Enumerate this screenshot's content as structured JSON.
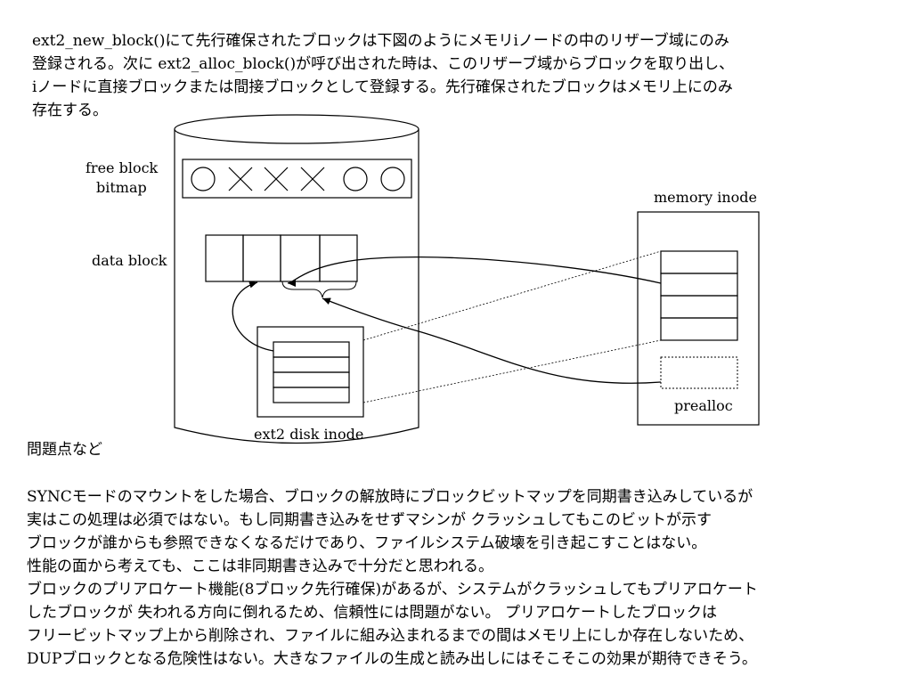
{
  "intro": [
    "ext2_new_block()にて先行確保されたブロックは下図のようにメモリiノードの中のリザーブ域にのみ",
    "登録される。次に ext2_alloc_block()が呼び出された時は、このリザーブ域からブロックを取り出し、",
    "iノードに直接ブロックまたは間接ブロックとして登録する。先行確保されたブロックはメモリ上にのみ",
    "存在する。"
  ],
  "diagram": {
    "free_block_bitmap_label": [
      "free block",
      "bitmap"
    ],
    "data_block_label": "data block",
    "memory_inode_label": "memory inode",
    "prealloc_label": "prealloc",
    "disk_inode_label": "ext2 disk inode",
    "bitmap_symbols": [
      "○",
      "×",
      "×",
      "×",
      "○",
      "○"
    ]
  },
  "issues_heading": "問題点など",
  "issues": [
    "SYNCモードのマウントをした場合、ブロックの解放時にブロックビットマップを同期書き込みしているが",
    " 実はこの処理は必須ではない。もし同期書き込みをせずマシンが クラッシュしてもこのビットが示す",
    "ブロックが誰からも参照できなくなるだけであり、ファイルシステム破壊を引き起こすことはない。",
    "性能の面から考えても、ここは非同期書き込みで十分だと思われる。",
    "ブロックのプリアロケート機能(8ブロック先行確保)があるが、システムがクラッシュしてもプリアロケート",
    "したブロックが 失われる方向に倒れるため、信頼性には問題がない。 プリアロケートしたブロックは",
    "フリービットマップ上から削除され、ファイルに組み込まれるまでの間はメモリ上にしか存在しないため、",
    " DUPブロックとなる危険性はない。大きなファイルの生成と読み出しにはそこそこの効果が期待できそう。"
  ]
}
